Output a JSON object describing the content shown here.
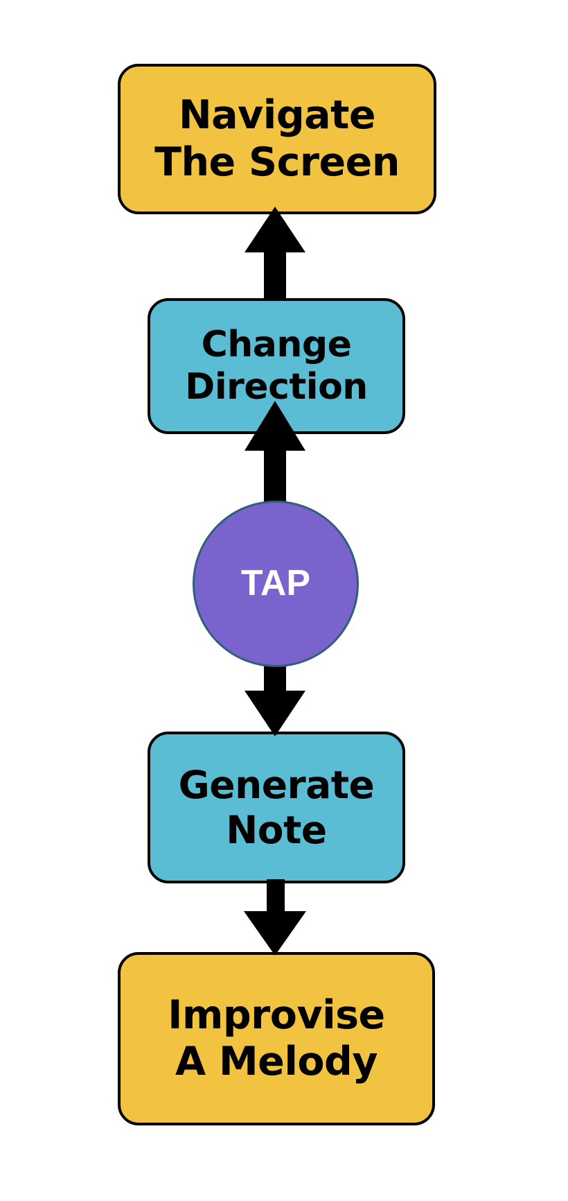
{
  "diagram": {
    "title": "TAP interaction flow",
    "background_color": "#ffffff",
    "palette": {
      "yellow": "#F2C340",
      "teal": "#5BBDD4",
      "purple": "#7B63CE",
      "outline": "#000000",
      "circle_outline": "#2F5F7A",
      "circle_text": "#FFFFFF",
      "node_text": "#000000"
    },
    "nodes": [
      {
        "id": "navigate-screen",
        "shape": "rounded-rect",
        "color": "#F2C340",
        "lines": [
          "Navigate",
          "The Screen"
        ]
      },
      {
        "id": "change-direction",
        "shape": "rounded-rect",
        "color": "#5BBDD4",
        "lines": [
          "Change",
          "Direction"
        ]
      },
      {
        "id": "tap",
        "shape": "circle",
        "color": "#7B63CE",
        "lines": [
          "TAP"
        ]
      },
      {
        "id": "generate-note",
        "shape": "rounded-rect",
        "color": "#5BBDD4",
        "lines": [
          "Generate",
          "Note"
        ]
      },
      {
        "id": "improvise-melody",
        "shape": "rounded-rect",
        "color": "#F2C340",
        "lines": [
          "Improvise",
          "A Melody"
        ]
      }
    ],
    "connectors": [
      {
        "id": "tap-to-change-direction",
        "from": "tap",
        "to": "change-direction",
        "direction": "up",
        "label": ""
      },
      {
        "id": "change-direction-to-navigate-screen",
        "from": "change-direction",
        "to": "navigate-screen",
        "direction": "up",
        "label": ""
      },
      {
        "id": "tap-to-generate-note",
        "from": "tap",
        "to": "generate-note",
        "direction": "down",
        "label": ""
      },
      {
        "id": "generate-note-to-improvise-melody",
        "from": "generate-note",
        "to": "improvise-melody",
        "direction": "down",
        "label": ""
      }
    ]
  }
}
